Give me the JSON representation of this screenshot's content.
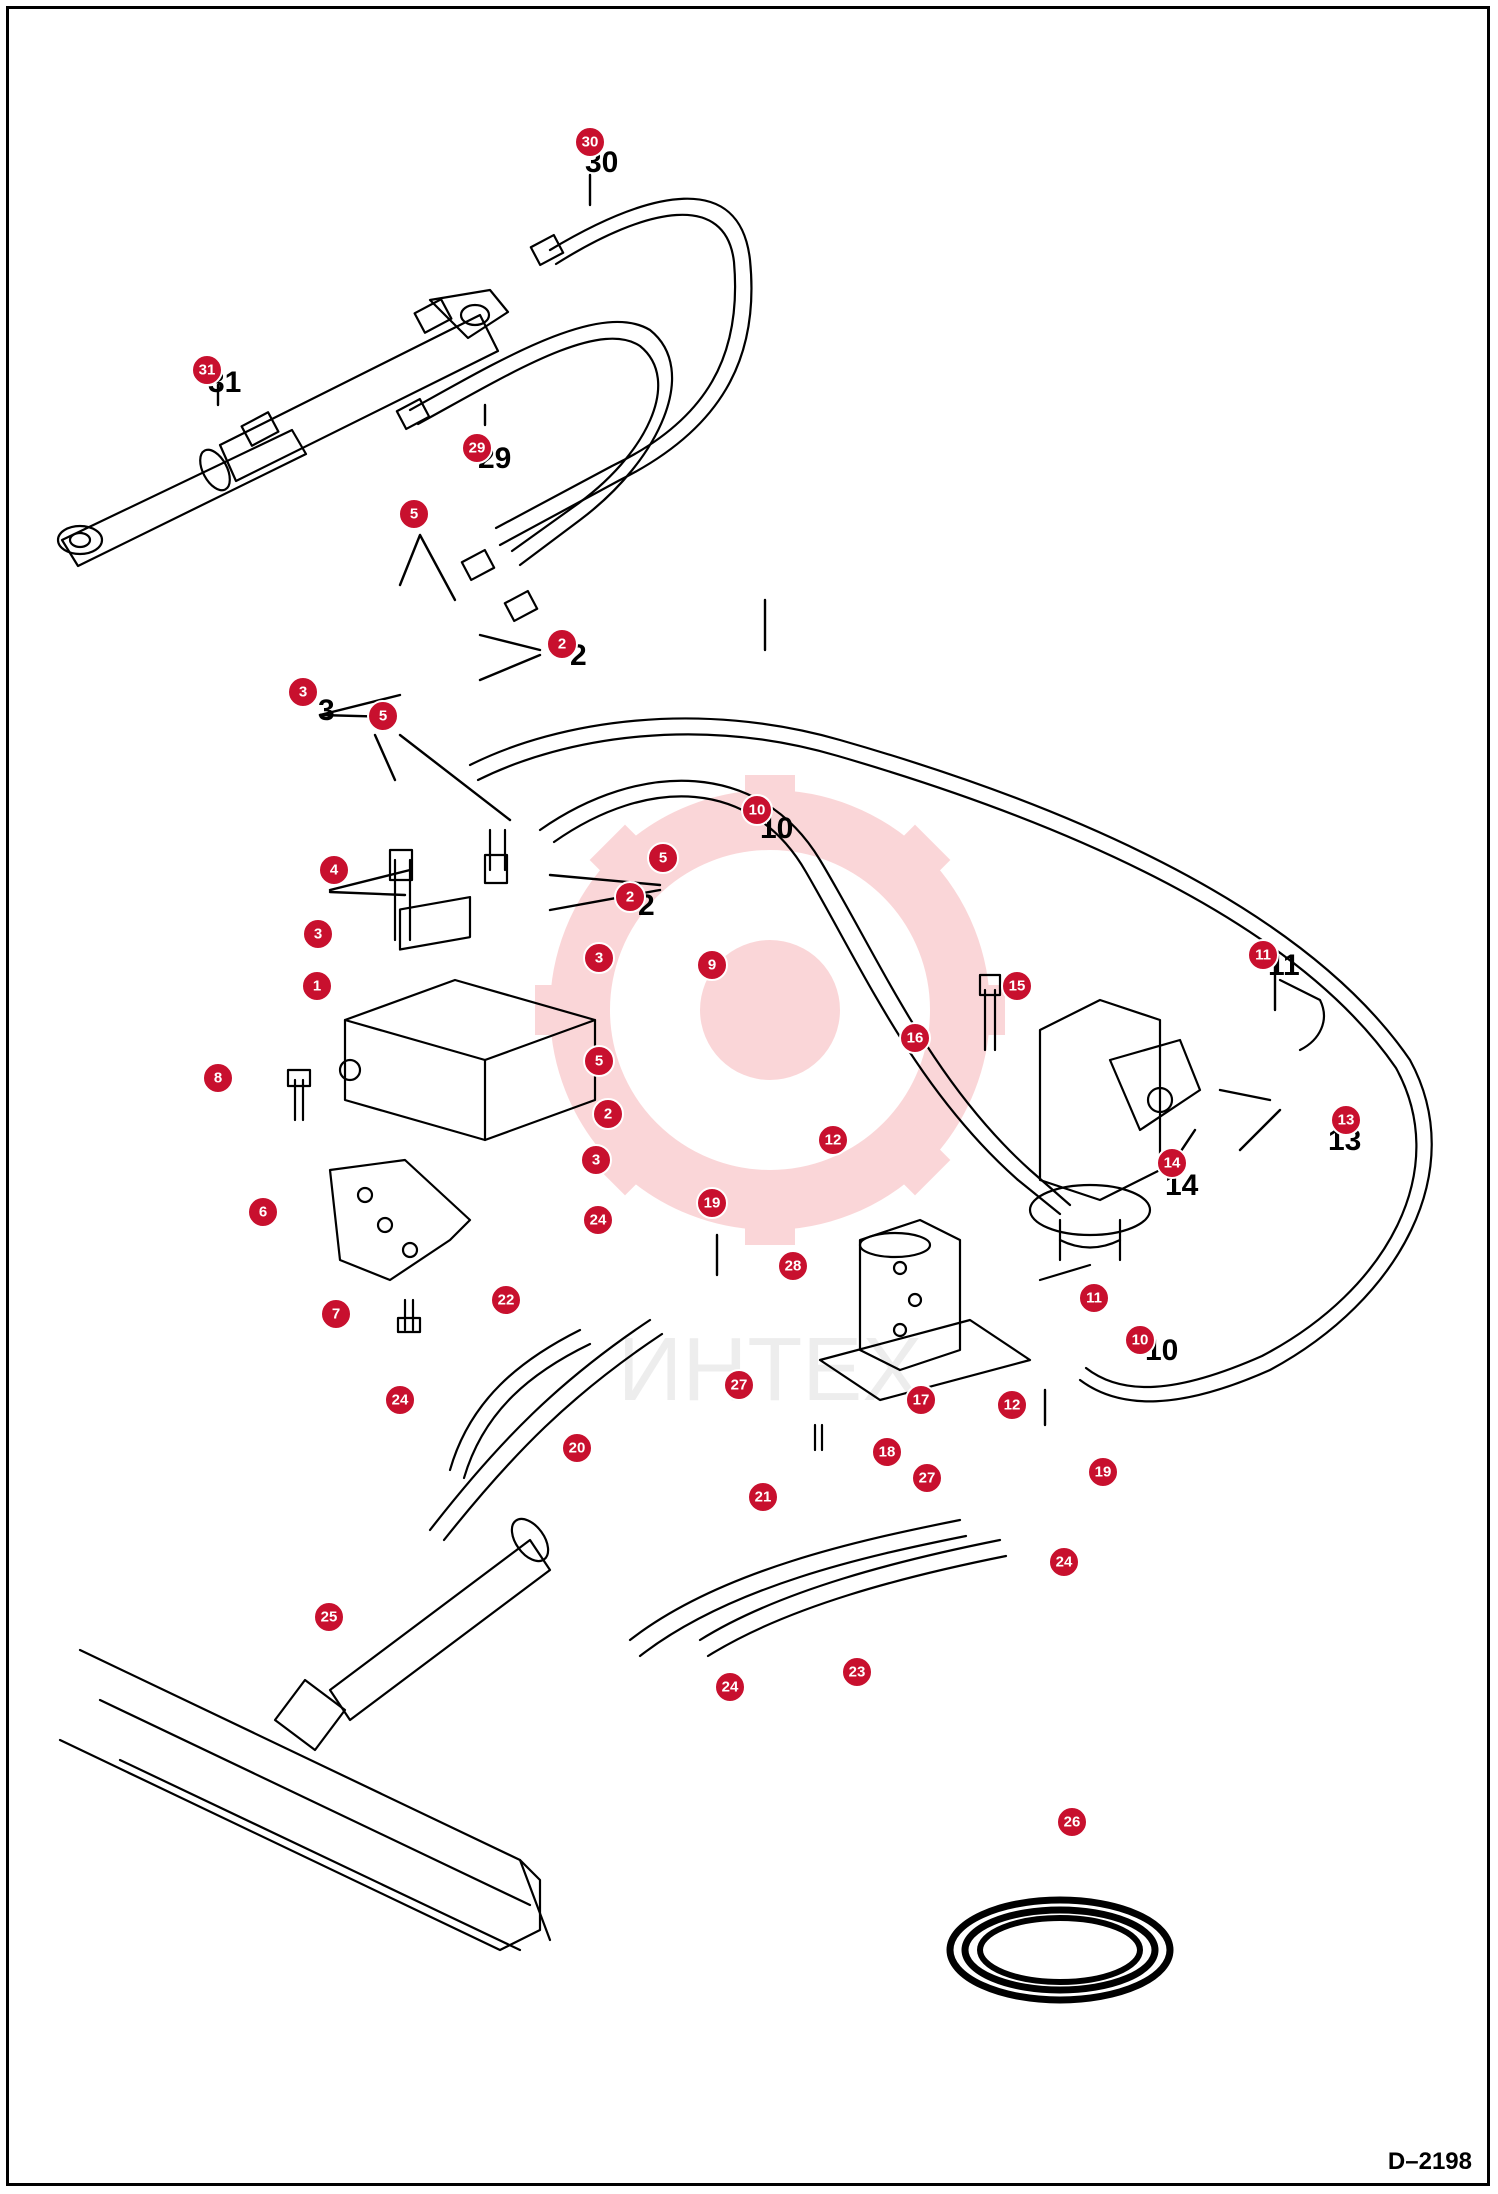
{
  "document": {
    "code": "D–2198",
    "watermark_text": "ИНТЕХ"
  },
  "colors": {
    "callout": "#c8102e",
    "line": "#000000",
    "watermark": "#e8252b"
  },
  "callouts": [
    {
      "id": "c30",
      "number": "30"
    },
    {
      "id": "c31",
      "number": "31"
    },
    {
      "id": "c29",
      "number": "29"
    },
    {
      "id": "c5a",
      "number": "5"
    },
    {
      "id": "c2a",
      "number": "2"
    },
    {
      "id": "c3a",
      "number": "3"
    },
    {
      "id": "c5b",
      "number": "5"
    },
    {
      "id": "c4",
      "number": "4"
    },
    {
      "id": "c3b",
      "number": "3"
    },
    {
      "id": "c5c",
      "number": "5"
    },
    {
      "id": "c2b",
      "number": "2"
    },
    {
      "id": "c3c",
      "number": "3"
    },
    {
      "id": "c1",
      "number": "1"
    },
    {
      "id": "c8",
      "number": "8"
    },
    {
      "id": "c6",
      "number": "6"
    },
    {
      "id": "c7",
      "number": "7"
    },
    {
      "id": "c9",
      "number": "9"
    },
    {
      "id": "c5d",
      "number": "5"
    },
    {
      "id": "c2c",
      "number": "2"
    },
    {
      "id": "c3d",
      "number": "3"
    },
    {
      "id": "c10a",
      "number": "10"
    },
    {
      "id": "c11a",
      "number": "11"
    },
    {
      "id": "c15",
      "number": "15"
    },
    {
      "id": "c16",
      "number": "16"
    },
    {
      "id": "c13",
      "number": "13"
    },
    {
      "id": "c14",
      "number": "14"
    },
    {
      "id": "c12a",
      "number": "12"
    },
    {
      "id": "c19a",
      "number": "19"
    },
    {
      "id": "c24a",
      "number": "24"
    },
    {
      "id": "c28",
      "number": "28"
    },
    {
      "id": "c22",
      "number": "22"
    },
    {
      "id": "c27a",
      "number": "27"
    },
    {
      "id": "c17",
      "number": "17"
    },
    {
      "id": "c11b",
      "number": "11"
    },
    {
      "id": "c10b",
      "number": "10"
    },
    {
      "id": "c12b",
      "number": "12"
    },
    {
      "id": "c24b",
      "number": "24"
    },
    {
      "id": "c20",
      "number": "20"
    },
    {
      "id": "c18",
      "number": "18"
    },
    {
      "id": "c27b",
      "number": "27"
    },
    {
      "id": "c19b",
      "number": "19"
    },
    {
      "id": "c21",
      "number": "21"
    },
    {
      "id": "c24c",
      "number": "24"
    },
    {
      "id": "c25",
      "number": "25"
    },
    {
      "id": "c23",
      "number": "23"
    },
    {
      "id": "c24d",
      "number": "24"
    },
    {
      "id": "c26",
      "number": "26"
    }
  ]
}
